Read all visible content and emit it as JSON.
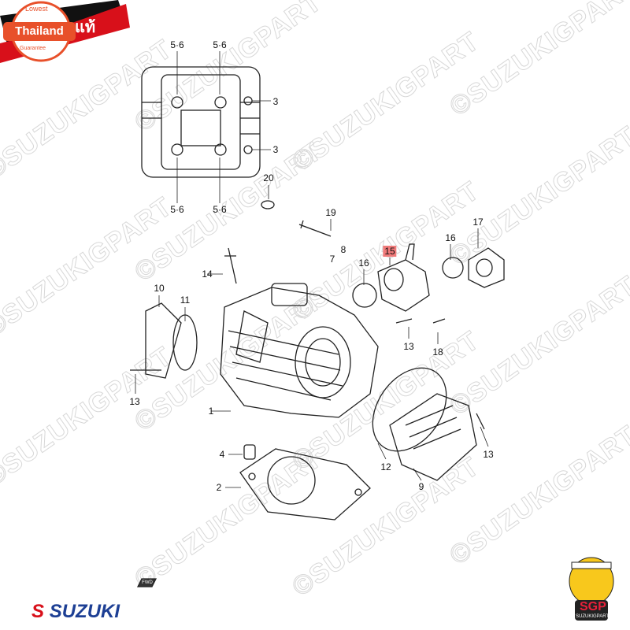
{
  "badge": {
    "top": "Lowest",
    "main": "Thailand",
    "bottom": "Guarantee",
    "thai_text": "แท้",
    "accent": "#e8502a",
    "banner_color": "#d8101a"
  },
  "watermark": "©SUZUKIGPART",
  "brand": {
    "name": "SUZUKI",
    "color": "#1d3f94"
  },
  "mascot": {
    "text": "SGP",
    "subtext": "SUZUKIGPART"
  },
  "fwd": "FWD",
  "callouts": [
    {
      "id": "5-6a",
      "label": "5·6"
    },
    {
      "id": "5-6b",
      "label": "5·6"
    },
    {
      "id": "3a",
      "label": "3"
    },
    {
      "id": "3b",
      "label": "3"
    },
    {
      "id": "5-6c",
      "label": "5·6"
    },
    {
      "id": "5-6d",
      "label": "5·6"
    },
    {
      "id": "20",
      "label": "20"
    },
    {
      "id": "19",
      "label": "19"
    },
    {
      "id": "8",
      "label": "8"
    },
    {
      "id": "7",
      "label": "7"
    },
    {
      "id": "14",
      "label": "14"
    },
    {
      "id": "10",
      "label": "10"
    },
    {
      "id": "11",
      "label": "11"
    },
    {
      "id": "16a",
      "label": "16"
    },
    {
      "id": "15",
      "label": "15",
      "highlighted": true
    },
    {
      "id": "16b",
      "label": "16"
    },
    {
      "id": "17",
      "label": "17"
    },
    {
      "id": "13a",
      "label": "13"
    },
    {
      "id": "18",
      "label": "18"
    },
    {
      "id": "13b",
      "label": "13"
    },
    {
      "id": "1",
      "label": "1"
    },
    {
      "id": "4",
      "label": "4"
    },
    {
      "id": "2",
      "label": "2"
    },
    {
      "id": "12",
      "label": "12"
    },
    {
      "id": "9",
      "label": "9"
    },
    {
      "id": "13c",
      "label": "13"
    }
  ]
}
